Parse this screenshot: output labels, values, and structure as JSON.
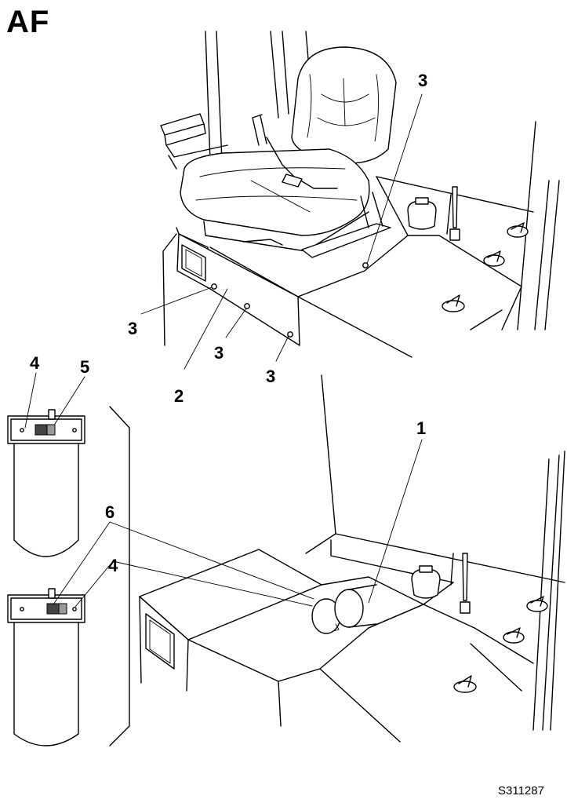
{
  "heading": "AF",
  "figure_code": "S311287",
  "callouts": {
    "c1": "1",
    "c2": "2",
    "c3_top": "3",
    "c3_left": "3",
    "c3_mid": "3",
    "c3_low": "3",
    "c4_top": "4",
    "c5": "5",
    "c6": "6",
    "c4_low": "4"
  }
}
